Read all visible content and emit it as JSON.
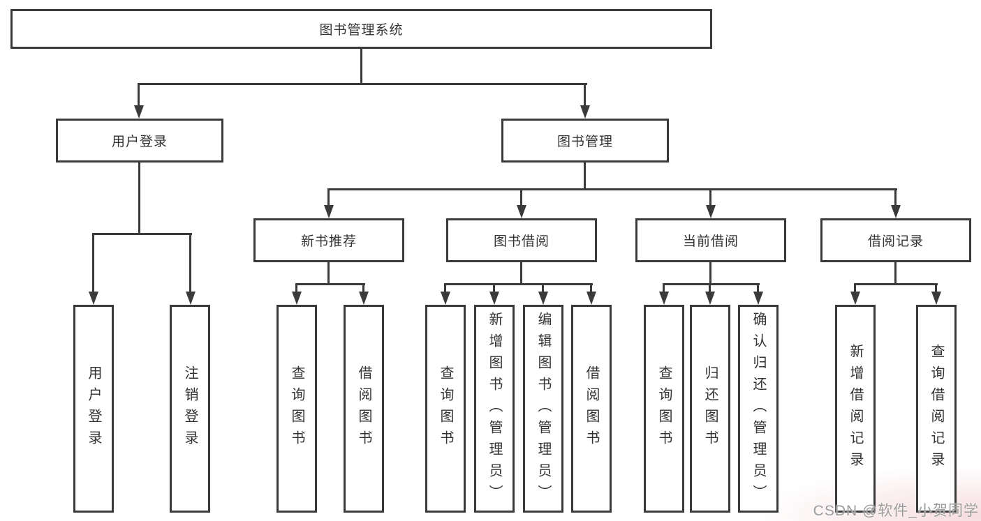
{
  "tree": {
    "root": {
      "label": "图书管理系统",
      "children": [
        {
          "label": "用户登录",
          "children": [
            {
              "label": "用户登录"
            },
            {
              "label": "注销登录"
            }
          ]
        },
        {
          "label": "图书管理",
          "children": [
            {
              "label": "新书推荐",
              "children": [
                {
                  "label": "查询图书"
                },
                {
                  "label": "借阅图书"
                }
              ]
            },
            {
              "label": "图书借阅",
              "children": [
                {
                  "label": "查询图书"
                },
                {
                  "label": "新增图书（管理员）"
                },
                {
                  "label": "编辑图书（管理员）"
                },
                {
                  "label": "借阅图书"
                }
              ]
            },
            {
              "label": "当前借阅",
              "children": [
                {
                  "label": "查询图书"
                },
                {
                  "label": "归还图书"
                },
                {
                  "label": "确认归还（管理员）"
                }
              ]
            },
            {
              "label": "借阅记录",
              "children": [
                {
                  "label": "新增借阅记录"
                },
                {
                  "label": "查询借阅记录"
                }
              ]
            }
          ]
        }
      ]
    }
  },
  "watermark": {
    "text": "CSDN @软件_小贺同学"
  },
  "theme": {
    "line_color": "#3a3a3a",
    "box_border": "#3a3a3a",
    "box_fill": "#ffffff",
    "text_color": "#333333",
    "background": "#ffffff",
    "watermark_color": "#9b9b9b",
    "watermark_tint": "#f3d2d5"
  }
}
